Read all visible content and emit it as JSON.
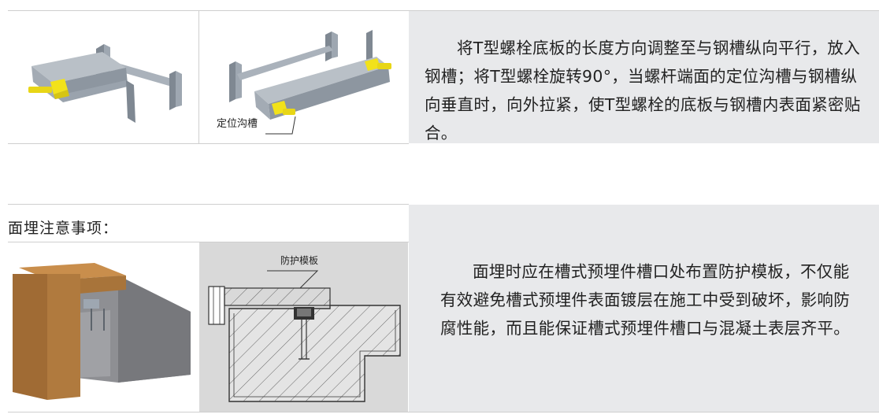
{
  "section1": {
    "callout_label": "定位沟槽",
    "paragraph": "将T型螺栓底板的长度方向调整至与钢槽纵向平行，放入钢槽；将T型螺栓旋转90°，当螺杆端面的定位沟槽与钢槽纵向垂直时，向外拉紧，使T型螺栓的底板与钢槽内表面紧密贴合。"
  },
  "section2": {
    "heading": "面埋注意事项：",
    "callout_label": "防护模板",
    "paragraph": "面埋时应在槽式预埋件槽口处布置防护模板，不仅能有效避免槽式预埋件表面镀层在施工中受到破坏，影响防腐性能，而且能保证槽式预埋件槽口与混凝土表层齐平。"
  },
  "colors": {
    "text_panel": "#e8e9eb",
    "steel": "#9ea7b1",
    "bolt": "#f2e21a",
    "wood": "#b07a3e",
    "drawing_bg": "#d9d9d9"
  },
  "icons": [
    "channel-bolt-3d-illustration",
    "channel-bolt-rotated-illustration",
    "formwork-3d-illustration",
    "formwork-section-drawing"
  ]
}
